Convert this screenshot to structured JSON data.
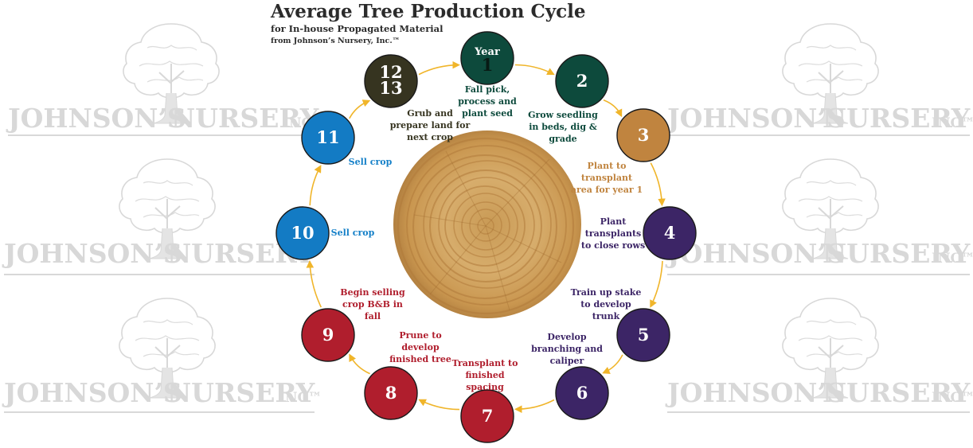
{
  "title": "Average Tree Production Cycle",
  "subtitle_line1": "for In-house Propagated Material",
  "subtitle_line2": "from Johnson’s Nursery, Inc.™",
  "watermark": {
    "name_left": "JOHNSON’S",
    "name_right": "NURSERY",
    "suffix": "INC™"
  },
  "colors": {
    "green": "#0d4a3c",
    "tan": "#c0843f",
    "purple": "#3c2566",
    "red": "#b01e2d",
    "blue": "#137bc4",
    "olive": "#363420",
    "arrow": "#f0b52a",
    "label_blue": "#1580c8",
    "watermark": "#d8d8d8"
  },
  "steps": [
    {
      "id": "1",
      "number_lines": [
        "Year",
        "1"
      ],
      "color": "green",
      "label": [
        "Fall pick,",
        "process and",
        "plant seed"
      ]
    },
    {
      "id": "2",
      "number_lines": [
        "2"
      ],
      "color": "green",
      "label": [
        "Grow seedling",
        "in beds, dig &",
        "grade"
      ]
    },
    {
      "id": "3",
      "number_lines": [
        "3"
      ],
      "color": "tan",
      "label": [
        "Plant to",
        "transplant",
        "area for year 1"
      ]
    },
    {
      "id": "4",
      "number_lines": [
        "4"
      ],
      "color": "purple",
      "label": [
        "Plant",
        "transplants",
        "to close rows"
      ]
    },
    {
      "id": "5",
      "number_lines": [
        "5"
      ],
      "color": "purple",
      "label": [
        "Train up stake",
        "to develop",
        "trunk"
      ]
    },
    {
      "id": "6",
      "number_lines": [
        "6"
      ],
      "color": "purple",
      "label": [
        "Develop",
        "branching and",
        "caliper"
      ]
    },
    {
      "id": "7",
      "number_lines": [
        "7"
      ],
      "color": "red",
      "label": [
        "Transplant to",
        "finished",
        "spacing"
      ]
    },
    {
      "id": "8",
      "number_lines": [
        "8"
      ],
      "color": "red",
      "label": [
        "Prune to",
        "develop",
        "finished tree"
      ]
    },
    {
      "id": "9",
      "number_lines": [
        "9"
      ],
      "color": "red",
      "label": [
        "Begin selling",
        "crop B&B in",
        "fall"
      ]
    },
    {
      "id": "10",
      "number_lines": [
        "10"
      ],
      "color": "blue",
      "label": [
        "Sell crop"
      ]
    },
    {
      "id": "11",
      "number_lines": [
        "11"
      ],
      "color": "blue",
      "label": [
        "Sell crop"
      ]
    },
    {
      "id": "12-13",
      "number_lines": [
        "12",
        "13"
      ],
      "color": "olive",
      "label": [
        "Grub and",
        "prepare land for",
        "next crop"
      ]
    }
  ]
}
